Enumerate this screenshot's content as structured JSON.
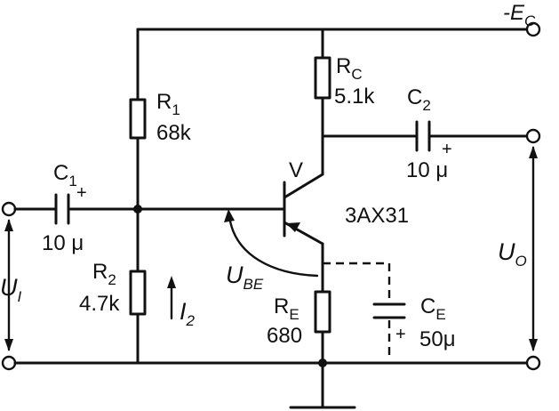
{
  "supply": {
    "name": "-E",
    "sub": "C"
  },
  "r1": {
    "name": "R",
    "sub": "1",
    "value": "68k"
  },
  "r2": {
    "name": "R",
    "sub": "2",
    "value": "4.7k"
  },
  "rc": {
    "name": "R",
    "sub": "C",
    "value": "5.1k"
  },
  "re": {
    "name": "R",
    "sub": "E",
    "value": "680"
  },
  "c1": {
    "name": "C",
    "sub": "1",
    "value": "10 μ",
    "polarity": "+"
  },
  "c2": {
    "name": "C",
    "sub": "2",
    "value": "10 μ",
    "polarity": "+"
  },
  "ce": {
    "name": "C",
    "sub": "E",
    "value": "50μ",
    "polarity": "+"
  },
  "transistor": {
    "ref": "V",
    "model": "3AX31"
  },
  "ube": {
    "name": "U",
    "sub": "BE"
  },
  "i2": {
    "name": "I",
    "sub": "2"
  },
  "u_in": {
    "name": "U",
    "sub": "I"
  },
  "u_out": {
    "name": "U",
    "sub": "O"
  }
}
